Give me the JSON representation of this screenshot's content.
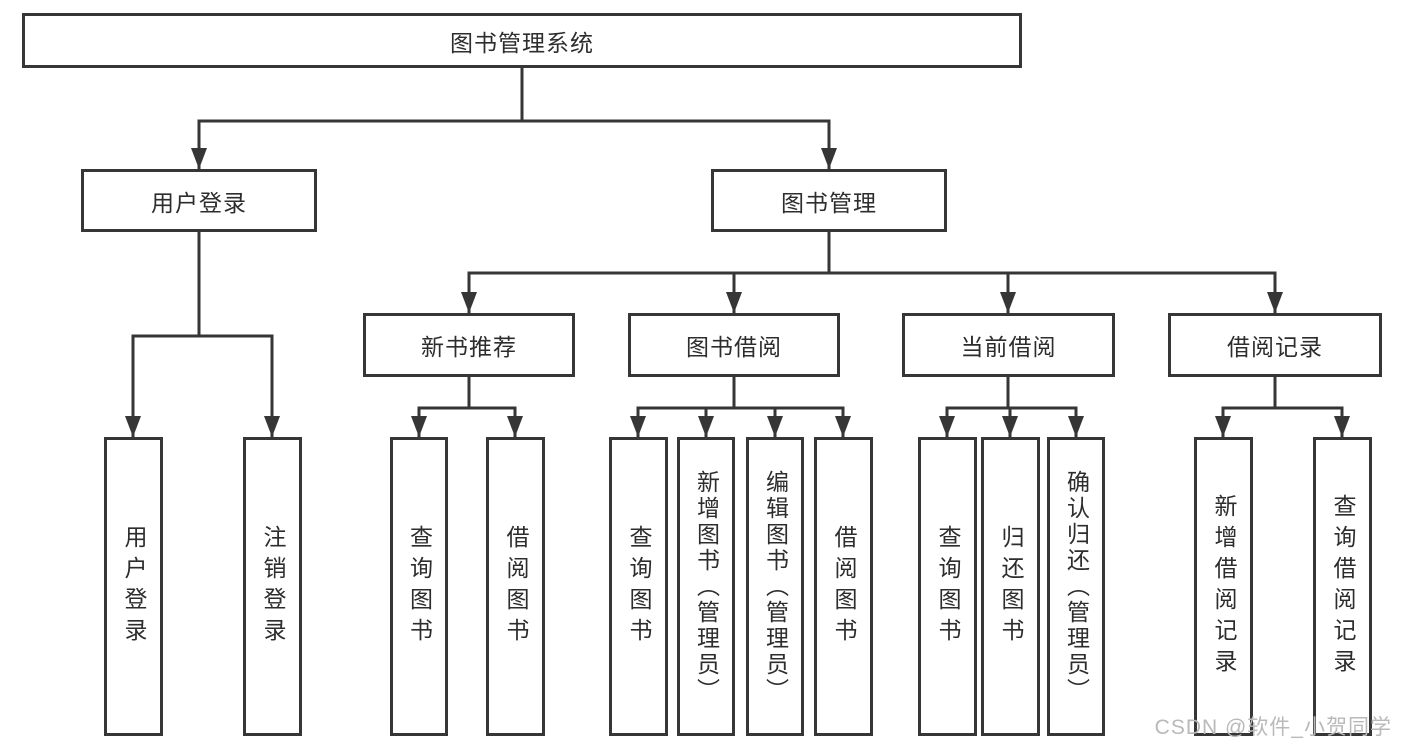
{
  "diagram": {
    "title": "图书管理系统",
    "level2": [
      {
        "label": "用户登录"
      },
      {
        "label": "图书管理"
      }
    ],
    "level3": [
      {
        "label": "新书推荐",
        "parent": "图书管理"
      },
      {
        "label": "图书借阅",
        "parent": "图书管理"
      },
      {
        "label": "当前借阅",
        "parent": "图书管理"
      },
      {
        "label": "借阅记录",
        "parent": "图书管理"
      }
    ],
    "leaves": [
      {
        "label": "用户登录",
        "parent": "用户登录"
      },
      {
        "label": "注销登录",
        "parent": "用户登录"
      },
      {
        "label": "查询图书",
        "parent": "新书推荐"
      },
      {
        "label": "借阅图书",
        "parent": "新书推荐"
      },
      {
        "label": "查询图书",
        "parent": "图书借阅"
      },
      {
        "label": "新增图书（管理员）",
        "parent": "图书借阅"
      },
      {
        "label": "编辑图书（管理员）",
        "parent": "图书借阅"
      },
      {
        "label": "借阅图书",
        "parent": "图书借阅"
      },
      {
        "label": "查询图书",
        "parent": "当前借阅"
      },
      {
        "label": "归还图书",
        "parent": "当前借阅"
      },
      {
        "label": "确认归还（管理员）",
        "parent": "当前借阅"
      },
      {
        "label": "新增借阅记录",
        "parent": "借阅记录"
      },
      {
        "label": "查询借阅记录",
        "parent": "借阅记录"
      }
    ]
  },
  "watermark": {
    "text": "CSDN @软件_小贺同学"
  },
  "colors": {
    "line": "#363636",
    "box_border": "#363636",
    "text": "#2d2d2d",
    "watermark": "#b9b9b9",
    "background": "#ffffff"
  }
}
